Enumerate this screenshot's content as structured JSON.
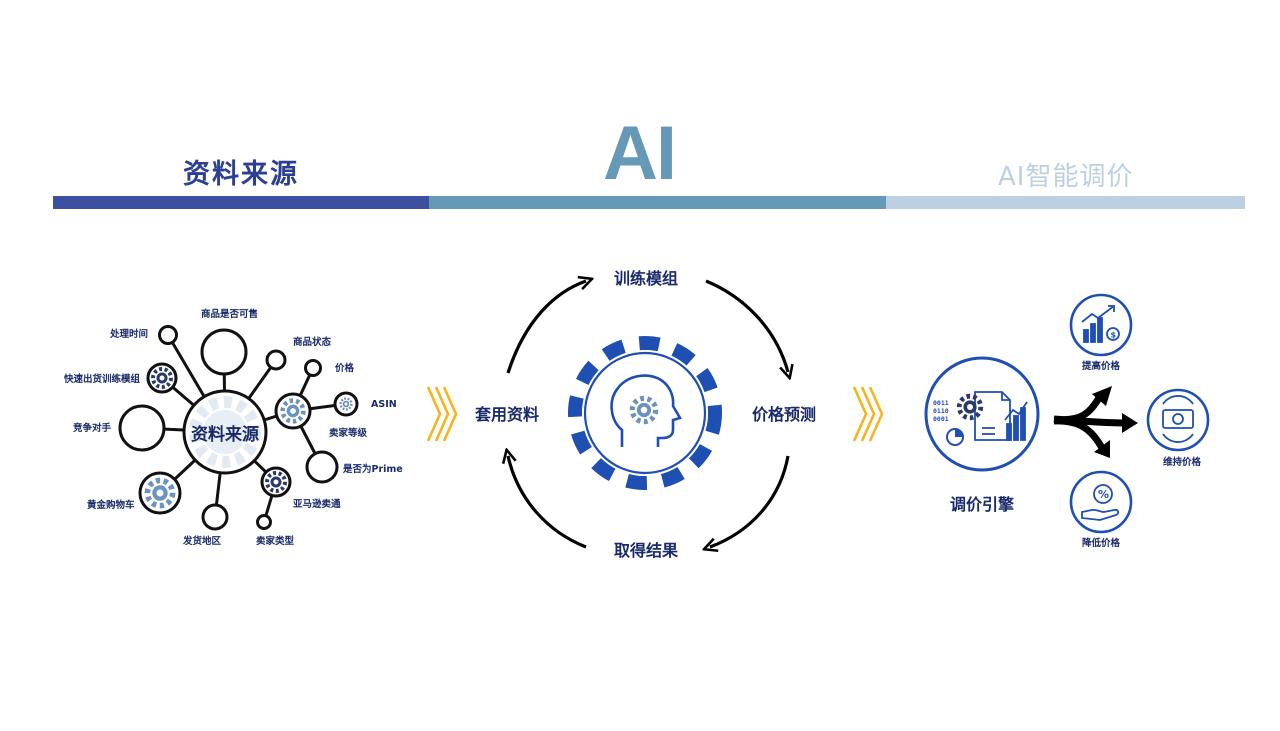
{
  "header": {
    "left_title": "资料来源",
    "center_title": "AI",
    "right_title": "AI智能调价"
  },
  "colors": {
    "dark_blue": "#2c3f93",
    "mid_blue": "#6699b8",
    "light_blue": "#bcd0e2",
    "royal_blue": "#1f4fb3",
    "chevron_yellow": "#f6b51e",
    "black": "#000000"
  },
  "hub": {
    "center_label": "资料来源",
    "nodes": {
      "processing_time": "处理时间",
      "product_sellable": "商品是否可售",
      "product_status": "商品状态",
      "price": "价格",
      "asin": "ASIN",
      "seller_rating": "卖家等级",
      "is_prime": "是否为Prime",
      "amazon_fulfilled": "亚马逊卖通",
      "seller_type": "卖家类型",
      "ship_region": "发货地区",
      "buy_box": "黄金购物车",
      "competitors": "竞争对手",
      "fast_ship_model": "快速出货训练模组"
    }
  },
  "cycle": {
    "top": "训练模组",
    "right": "价格预测",
    "bottom": "取得结果",
    "left": "套用资料"
  },
  "engine": {
    "label": "调价引擎",
    "binary_lines": [
      "0011",
      "0110",
      "0001"
    ],
    "outcomes": {
      "raise": "提高价格",
      "keep": "维持价格",
      "lower": "降低价格"
    },
    "icons": [
      "chart-up-icon",
      "money-cycle-icon",
      "percent-hand-icon"
    ]
  }
}
